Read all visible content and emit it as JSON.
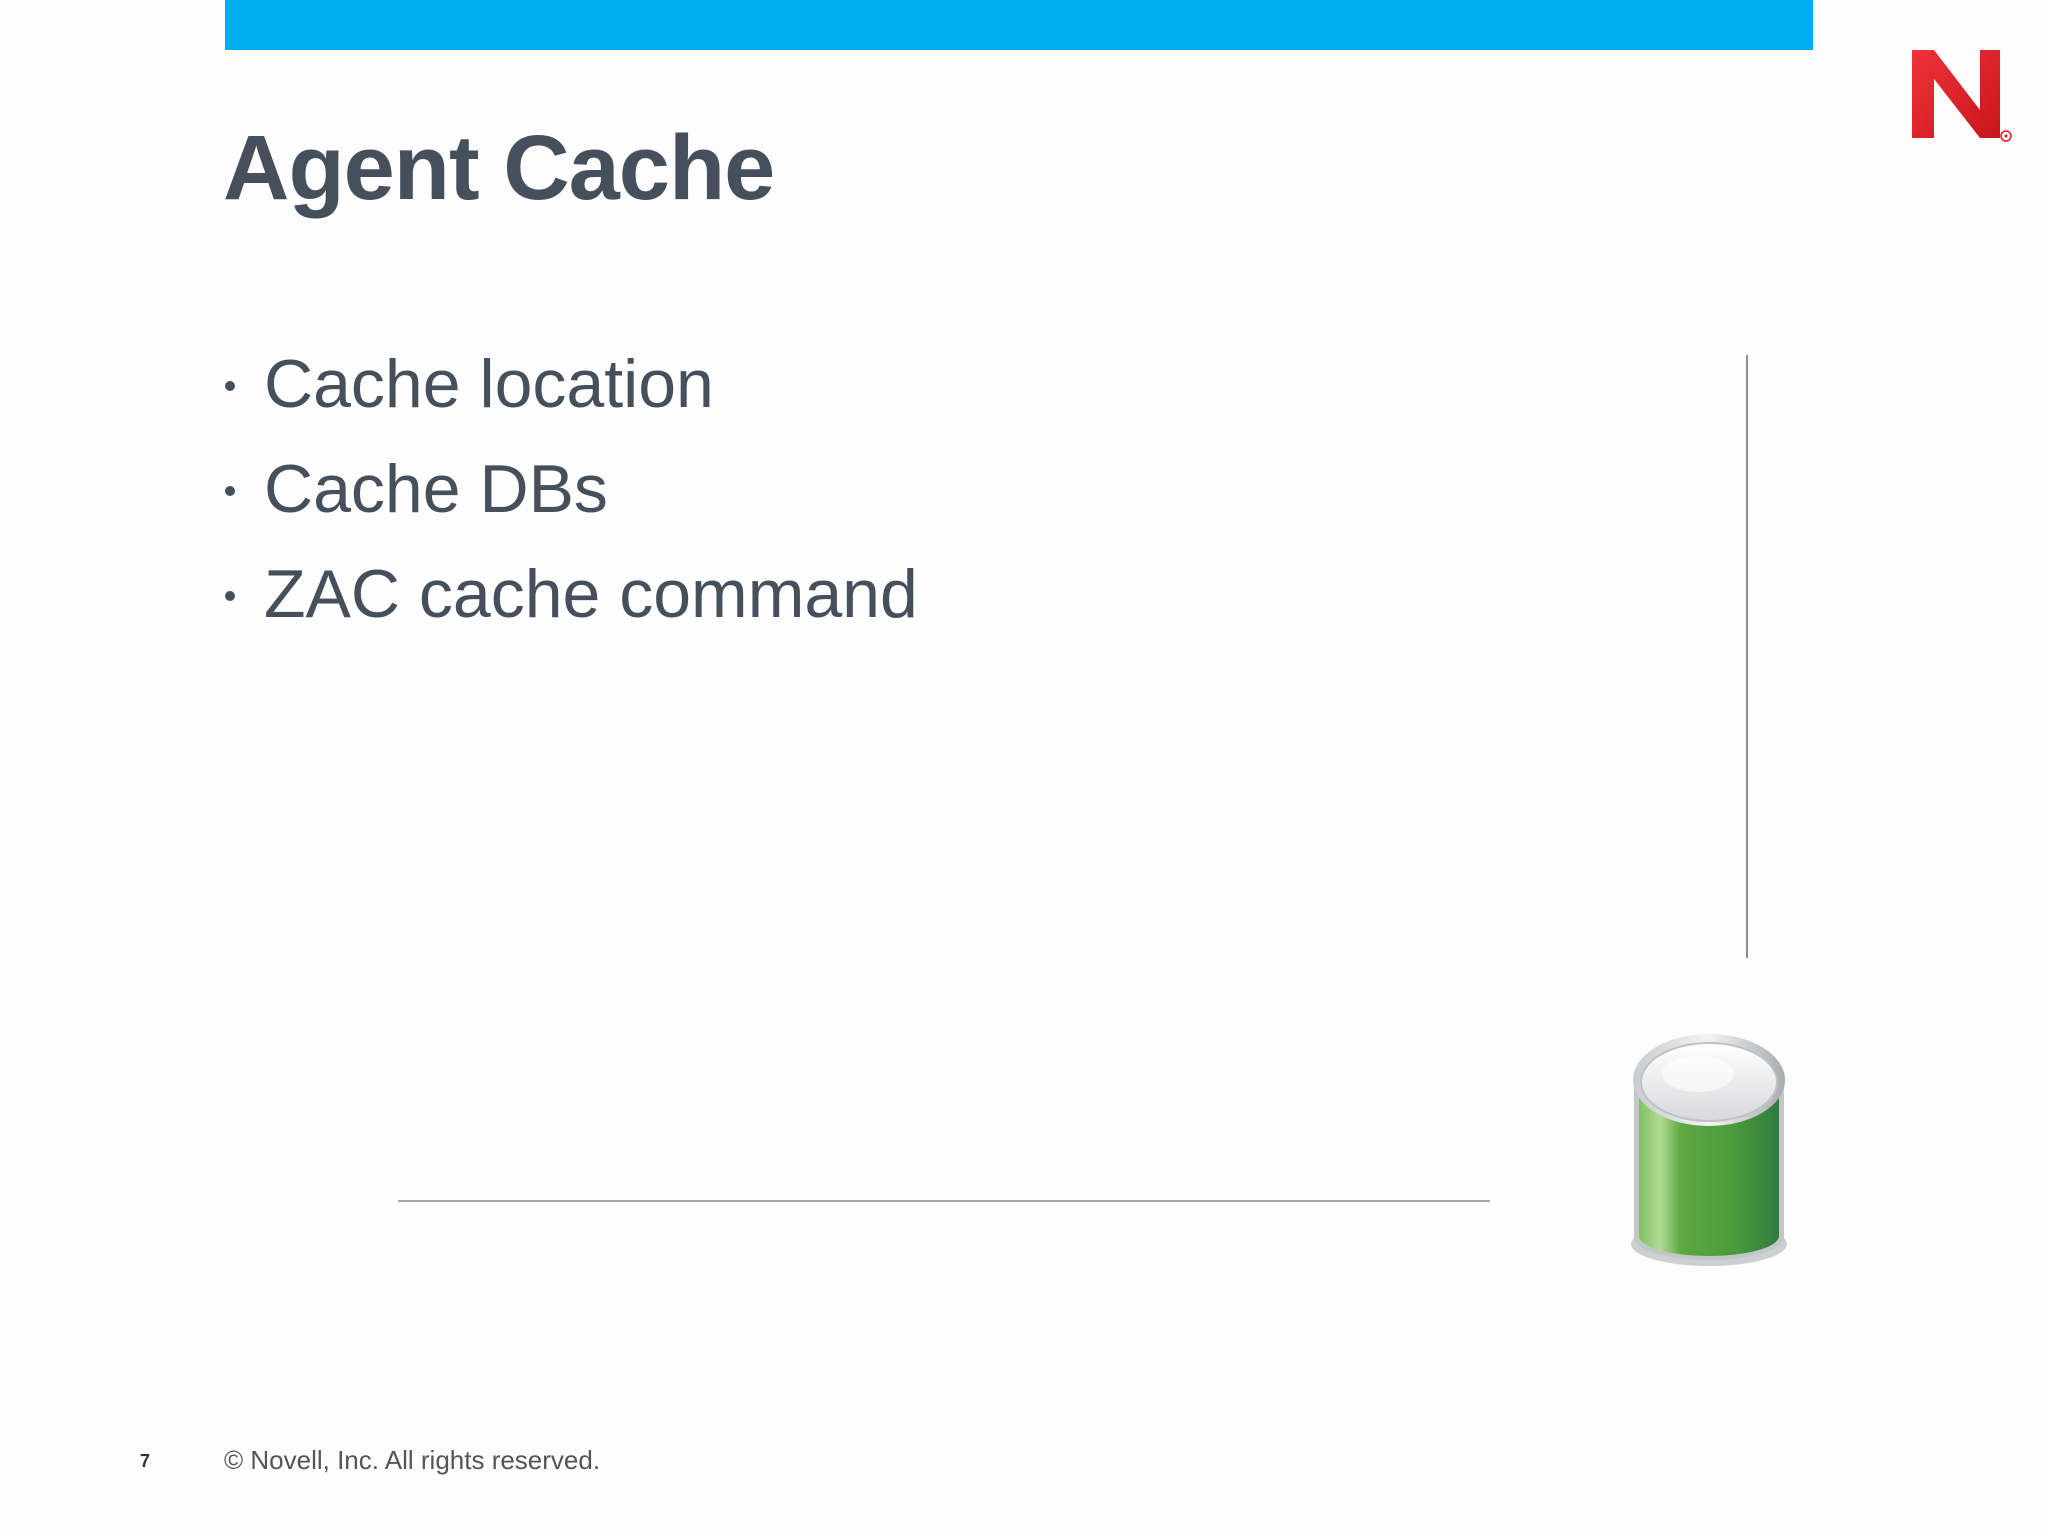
{
  "slide": {
    "title": "Agent Cache",
    "bullets": [
      "Cache location",
      "Cache DBs",
      "ZAC cache command"
    ],
    "page_number": "7",
    "copyright": "©  Novell, Inc.  All rights reserved."
  },
  "logo": {
    "name": "novell-logo",
    "letter": "N",
    "color": "#e31b23"
  },
  "icons": {
    "database": "database-cylinder-icon"
  },
  "colors": {
    "accent_band": "#00aeef",
    "title_text": "#45505c",
    "database_green": "#4ea540"
  }
}
